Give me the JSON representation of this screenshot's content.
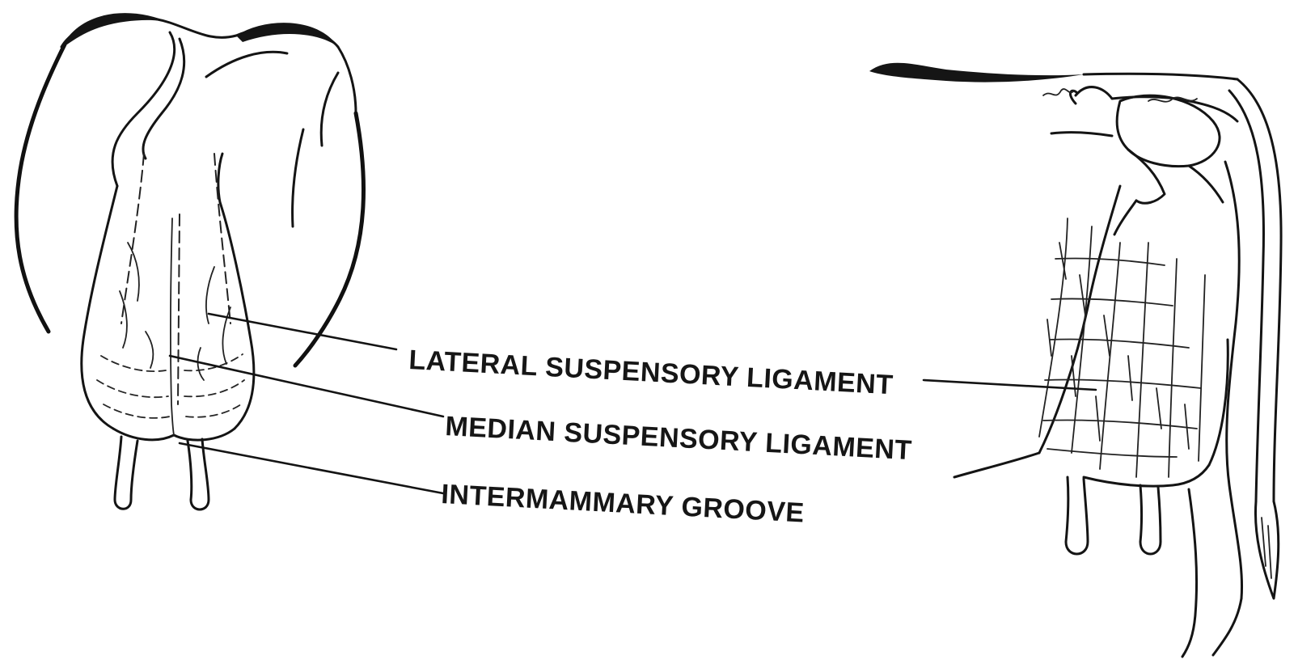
{
  "labels": {
    "lateral": "LATERAL SUSPENSORY LIGAMENT",
    "median": "MEDIAN SUSPENSORY LIGAMENT",
    "groove": "INTERMAMMARY GROOVE"
  }
}
